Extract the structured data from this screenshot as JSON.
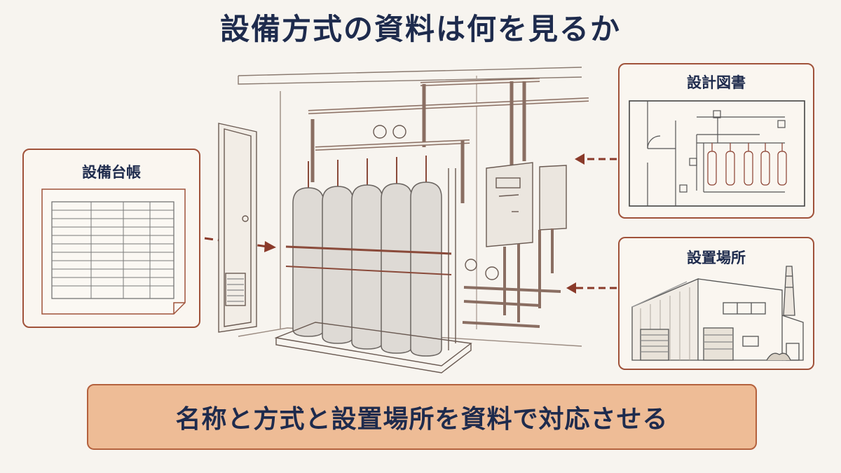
{
  "title": "設備方式の資料は何を見るか",
  "cards": {
    "ledger": {
      "label": "設備台帳"
    },
    "drawing": {
      "label": "設計図書"
    },
    "site": {
      "label": "設置場所"
    }
  },
  "banner": {
    "text": "名称と方式と設置場所を資料で対応させる"
  },
  "colors": {
    "title": "#1e2b4d",
    "accent": "#a0523a",
    "banner_fill": "#eebc96",
    "background": "#f7f4ef"
  },
  "icons": {
    "ledger": "ledger-sheet-icon",
    "drawing": "floor-plan-icon",
    "site": "factory-building-icon",
    "main": "gas-cylinder-rack-illustration"
  }
}
